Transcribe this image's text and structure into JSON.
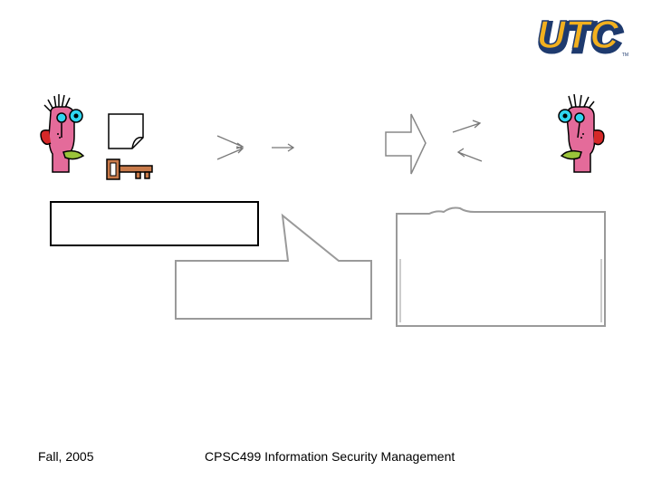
{
  "slide": {
    "logo_text": "UTC",
    "logo_tm": "TM",
    "footer": {
      "date": "Fall, 2005",
      "course": "CPSC499 Information Security Management"
    }
  },
  "icons": {
    "sender": "person-face-icon",
    "document": "document-icon",
    "key": "key-icon",
    "arrows": "arrow-icon",
    "block_arrow": "block-arrow-icon",
    "receiver": "person-face-icon"
  },
  "colors": {
    "logo_gold": "#f2b01e",
    "logo_navy": "#1e3a6e",
    "face_pink": "#e46b9a",
    "face_cyan": "#2fd6f0",
    "hair_red": "#d62828",
    "key_brown": "#8b4a2a",
    "box_border": "#9a9a9a"
  }
}
